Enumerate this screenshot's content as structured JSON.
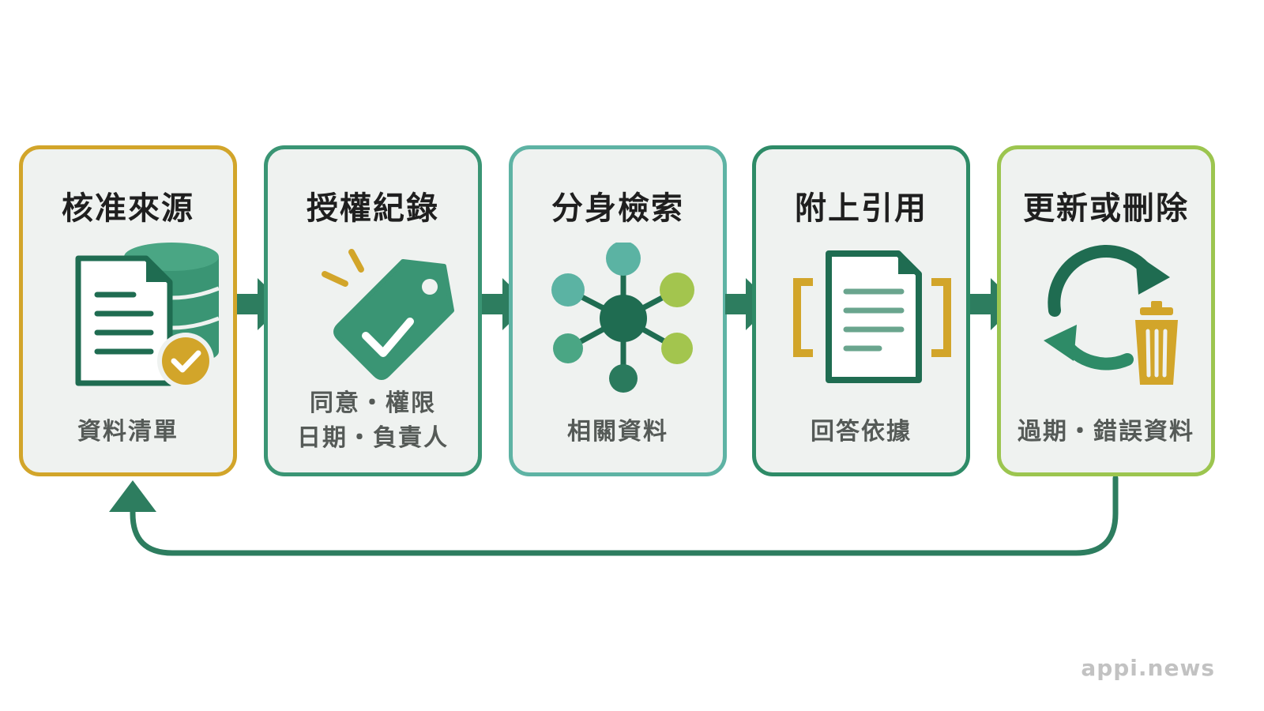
{
  "steps": [
    {
      "title": "核准來源",
      "subtitle": [
        "資料清單"
      ],
      "icon": "document-database-check-icon",
      "border_color": "#d2a52a"
    },
    {
      "title": "授權紀錄",
      "subtitle": [
        "同意・權限",
        "日期・負責人"
      ],
      "icon": "tag-check-icon",
      "border_color": "#3a9574"
    },
    {
      "title": "分身檢索",
      "subtitle": [
        "相關資料"
      ],
      "icon": "network-nodes-icon",
      "border_color": "#5eb3a4"
    },
    {
      "title": "附上引用",
      "subtitle": [
        "回答依據"
      ],
      "icon": "bracketed-document-icon",
      "border_color": "#2e8b67"
    },
    {
      "title": "更新或刪除",
      "subtitle": [
        "過期・錯誤資料"
      ],
      "icon": "refresh-trash-icon",
      "border_color": "#9cc54f"
    }
  ],
  "colors": {
    "dark_green": "#2a7a5d",
    "mid_green": "#3f9a78",
    "teal": "#5bb3a3",
    "lime": "#a3c54e",
    "gold": "#d2a52a",
    "arrow": "#2d7d5f",
    "card_bg": "#eff2f0"
  },
  "watermark": "appi.news"
}
